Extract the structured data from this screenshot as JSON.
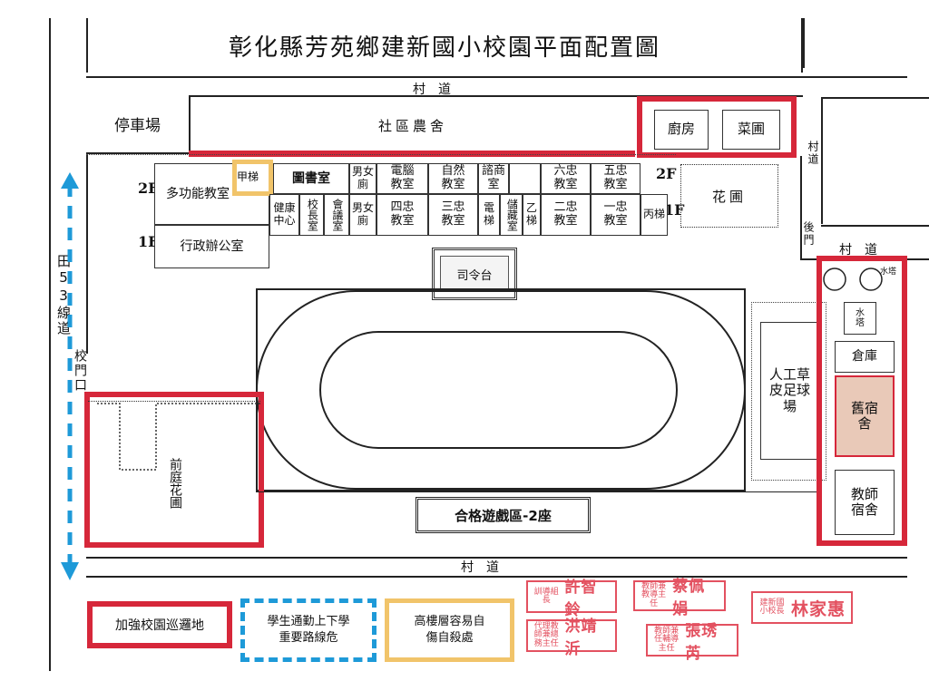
{
  "title": "彰化縣芳苑鄉建新國小校園平面配置圖",
  "roads": {
    "top": "村　道",
    "right_upper": "村道",
    "right_back": "村　道",
    "bottom": "村　道",
    "left": "田53線道",
    "back_gate": "後門",
    "school_gate": "校門口"
  },
  "areas": {
    "parking": "停車場",
    "community_farm": "社區農舍",
    "kitchen": "廚房",
    "vegetable_garden": "菜圃",
    "flower_garden": "花圃",
    "stage": "司令台",
    "turf_field": "人工草皮足球場",
    "front_garden": "前庭花圃",
    "playground": "合格遊戲區-2座",
    "water_tower_small": "水塔",
    "water_tower": "水塔",
    "warehouse": "倉庫",
    "old_dorm": "舊宿舍",
    "teacher_dorm": "教師宿舍"
  },
  "building": {
    "floor_2f_left": "2F",
    "floor_1f_left": "1F",
    "floor_2f_right": "2F",
    "floor_1f_right": "1F",
    "multi_room": "多功能教室",
    "admin_office": "行政辦公室",
    "stair_a": "甲梯",
    "library": "圖書室",
    "restroom_2f": "男女廁",
    "computer_room": "電腦教室",
    "science_room": "自然教室",
    "counseling_room": "諮商室",
    "class_6": "六忠教室",
    "class_5": "五忠教室",
    "health_center": "健康中心",
    "principal_room": "校長室",
    "meeting_room": "會議室",
    "restroom_1f": "男女廁",
    "class_4": "四忠教室",
    "class_3": "三忠教室",
    "elevator": "電梯",
    "storage": "儲藏室",
    "stair_b": "乙梯",
    "class_2": "二忠教室",
    "class_1": "一忠教室",
    "stair_c": "丙梯"
  },
  "legend": [
    {
      "label": "加強校園巡邏地",
      "style": "red"
    },
    {
      "label": "學生通勤上下學重要路線危",
      "style": "blue-dashed"
    },
    {
      "label": "高樓層容易自傷自殺處",
      "style": "yellow"
    }
  ],
  "stamps": {
    "s1_title": "訓導組長",
    "s1_name": "許智鈴",
    "s2_title": "教師兼教導主任",
    "s2_name": "蔡佩娟",
    "s3_title": "建新國小校長",
    "s3_name": "林家惠",
    "s4_title": "代理教師兼總務主任",
    "s4_name": "洪靖沂",
    "s5_title": "教師兼任輔導主任",
    "s5_name": "張琇芮"
  },
  "colors": {
    "patrol_red": "#d6273a",
    "route_blue": "#1e9ad8",
    "risk_yellow": "#f1c46a",
    "stamp_red": "#e35160",
    "old_dorm_fill": "#e9c9b8"
  }
}
